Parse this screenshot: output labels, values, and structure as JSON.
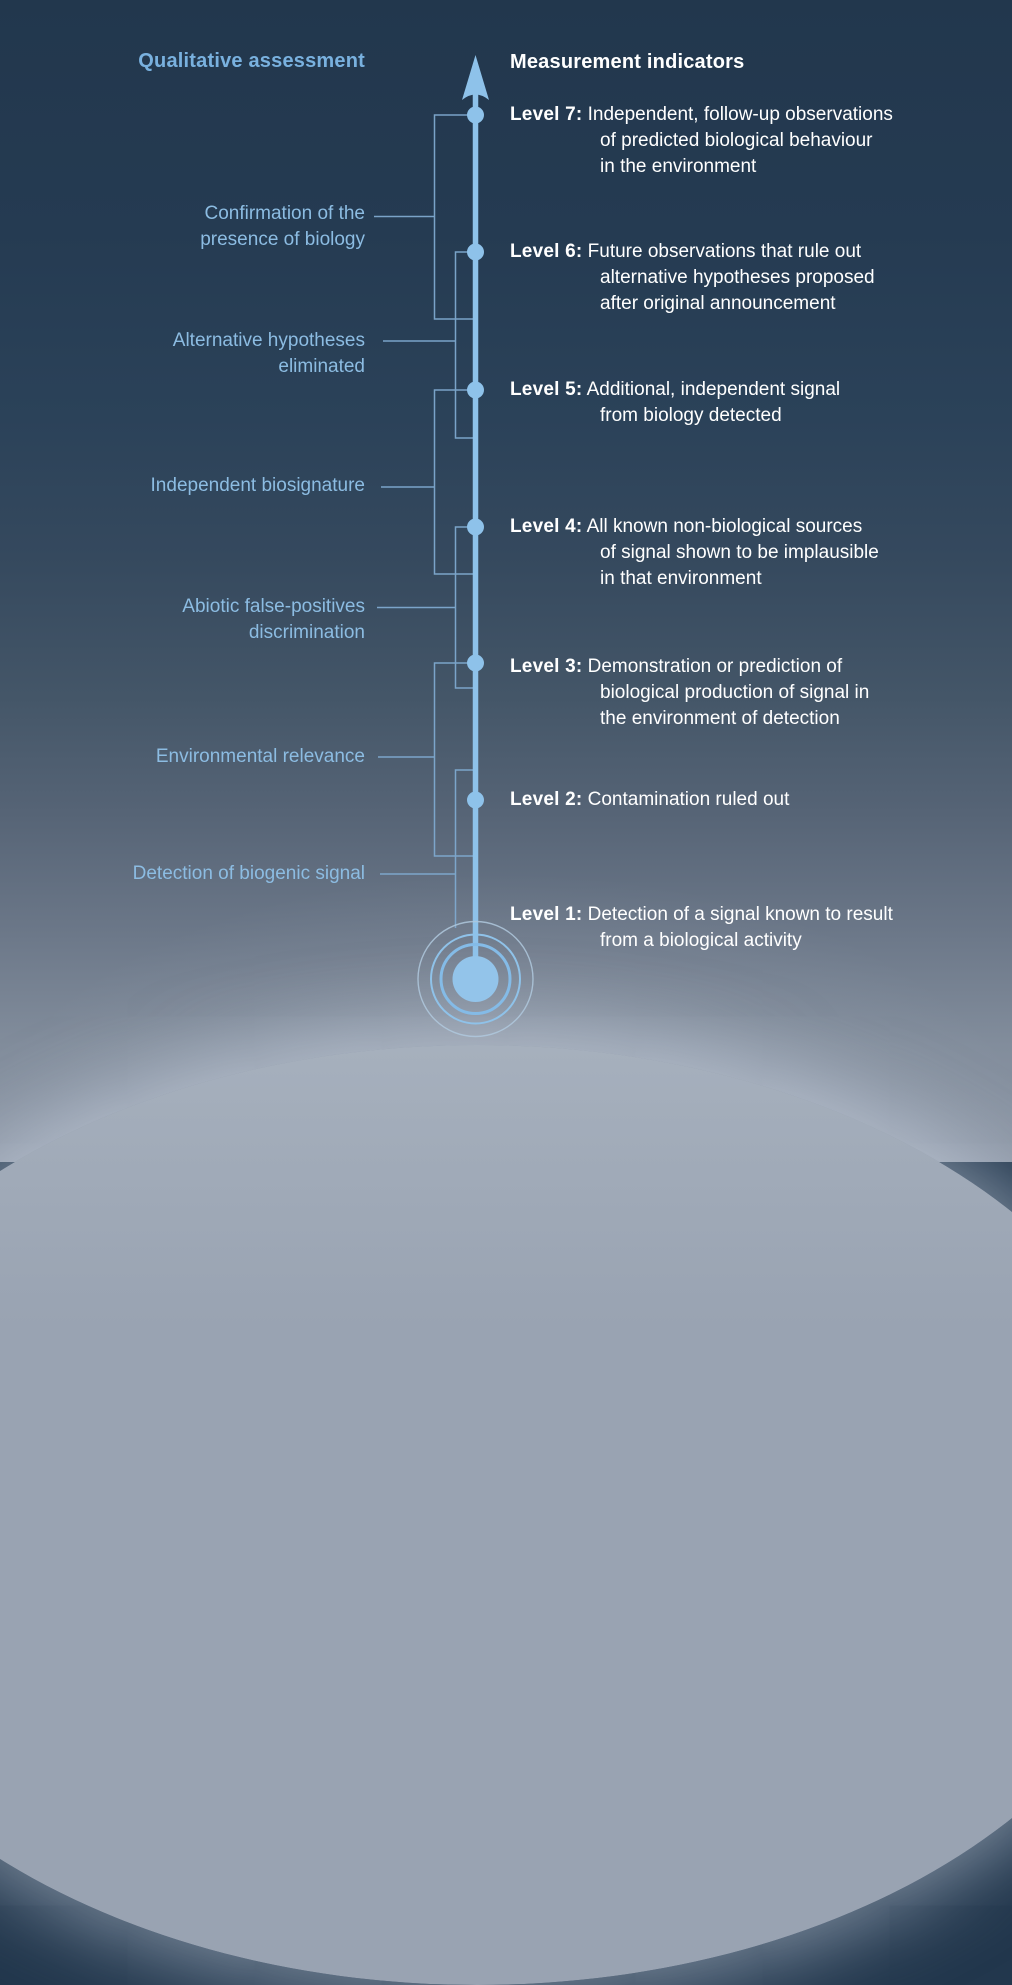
{
  "header": {
    "qualitative": "Qualitative assessment",
    "measurement": "Measurement indicators"
  },
  "qualitative_labels": [
    {
      "text": "Confirmation of the\npresence of biology"
    },
    {
      "text": "Alternative hypotheses\neliminated"
    },
    {
      "text": "Independent biosignature"
    },
    {
      "text": "Abiotic false-positives\ndiscrimination"
    },
    {
      "text": "Environmental relevance"
    },
    {
      "text": "Detection of biogenic signal"
    }
  ],
  "levels": [
    {
      "num": "Level 7:",
      "text": "Independent, follow-up observations\nof predicted biological behaviour\nin the environment"
    },
    {
      "num": "Level 6:",
      "text": "Future observations that rule out\nalternative hypotheses proposed\nafter original announcement"
    },
    {
      "num": "Level 5:",
      "text": "Additional, independent signal\nfrom biology detected"
    },
    {
      "num": "Level 4:",
      "text": "All known non-biological sources\nof signal shown to be implausible\nin that environment"
    },
    {
      "num": "Level 3:",
      "text": "Demonstration or prediction of\nbiological production of signal in\nthe environment of detection"
    },
    {
      "num": "Level 2:",
      "text": "Contamination ruled out"
    },
    {
      "num": "Level 1:",
      "text": "Detection of a signal known to result\nfrom a biological activity"
    }
  ],
  "colors": {
    "background_top": "#22374D",
    "background_bottom": "#8E98A7",
    "accent_bright": "#8EC2EA",
    "accent_line": "#7FA9CF",
    "label_blue": "#8CBCE2",
    "header_blue": "#79B1DF",
    "text_white": "#FFFFFF",
    "planet": "#99A3B2"
  }
}
